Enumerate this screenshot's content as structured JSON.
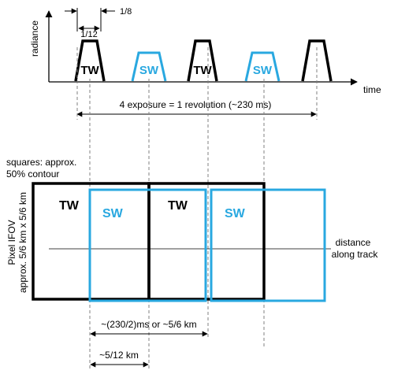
{
  "top": {
    "y_label": "radiance",
    "x_label": "time",
    "frac_eighth": "1/8",
    "frac_twelfth": "1/12",
    "pulses": [
      {
        "label": "TW",
        "channel": "tw"
      },
      {
        "label": "SW",
        "channel": "sw"
      },
      {
        "label": "TW",
        "channel": "tw"
      },
      {
        "label": "SW",
        "channel": "sw"
      },
      {
        "label": "",
        "channel": "tw"
      }
    ],
    "revolution_label": "4 exposure = 1 revolution (~230 ms)"
  },
  "bottom": {
    "contour_line1": "squares: approx.",
    "contour_line2": "50% contour",
    "pixel_line1": "Pixel IFOV",
    "pixel_line2": "approx. 5/6 km x 5/6 km",
    "distance_line1": "distance",
    "distance_line2": "along track",
    "tw1": "TW",
    "sw1": "SW",
    "tw2": "TW",
    "sw2": "SW",
    "half_rev_label": "~(230/2)ms  or  ~5/6 km",
    "offset_label": "~5/12 km"
  },
  "colors": {
    "tw": "#000000",
    "sw": "#29a8e0",
    "guide": "#808080"
  }
}
